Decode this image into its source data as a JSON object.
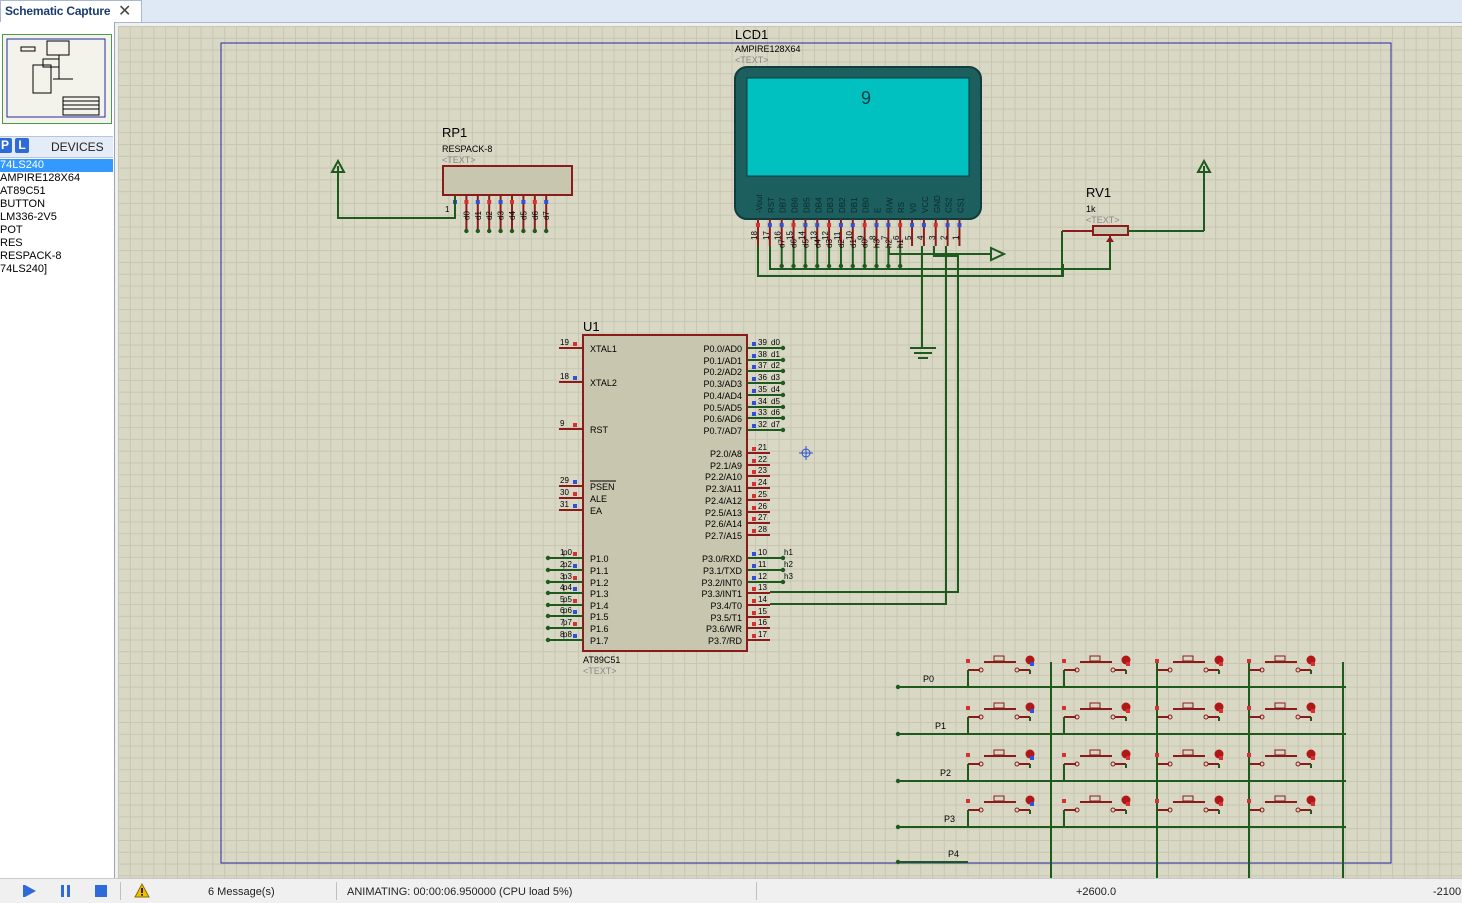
{
  "tab": {
    "label": "Schematic Capture",
    "close": "✕"
  },
  "devices": {
    "buttons": [
      "P",
      "L"
    ],
    "title": "DEVICES",
    "items": [
      "74LS240",
      "AMPIRE128X64",
      "AT89C51",
      "BUTTON",
      "LM336-2V5",
      "POT",
      "RES",
      "RESPACK-8",
      "74LS240]"
    ],
    "selected_index": 0
  },
  "schematic": {
    "lcd": {
      "ref": "LCD1",
      "value": "AMPIRE128X64",
      "text": "<TEXT>",
      "display": "9",
      "pin_labels": [
        "-Vout",
        "RST",
        "DB7",
        "DB6",
        "DB5",
        "DB4",
        "DB3",
        "DB2",
        "DB1",
        "DB0",
        "E",
        "R/W",
        "RS",
        "V0",
        "VCC",
        "GND",
        "CS2",
        "CS1"
      ],
      "pin_numbers": [
        "18",
        "17",
        "16",
        "15",
        "14",
        "13",
        "12",
        "11",
        "10",
        "9",
        "8",
        "7",
        "6",
        "5",
        "4",
        "3",
        "2",
        "1"
      ],
      "net_labels": [
        "d7",
        "d6",
        "d5",
        "d4",
        "d3",
        "d2",
        "d1",
        "d0",
        "h3",
        "h2",
        "h1"
      ]
    },
    "respack": {
      "ref": "RP1",
      "value": "RESPACK-8",
      "text": "<TEXT>",
      "pin1": "1",
      "net_labels": [
        "d0",
        "d1",
        "d2",
        "d3",
        "d4",
        "d5",
        "d6",
        "d7"
      ]
    },
    "pot": {
      "ref": "RV1",
      "value": "1k",
      "text": "<TEXT>"
    },
    "mcu": {
      "ref": "U1",
      "value": "AT89C51",
      "text": "<TEXT>",
      "left_pins": [
        {
          "num": "19",
          "name": "XTAL1"
        },
        {
          "num": "18",
          "name": "XTAL2"
        },
        {
          "num": "9",
          "name": "RST"
        },
        {
          "num": "29",
          "name": "PSEN"
        },
        {
          "num": "30",
          "name": "ALE"
        },
        {
          "num": "31",
          "name": "EA"
        },
        {
          "num": "1",
          "name": "P1.0",
          "net": "p0"
        },
        {
          "num": "2",
          "name": "P1.1",
          "net": "p2"
        },
        {
          "num": "3",
          "name": "P1.2",
          "net": "p3"
        },
        {
          "num": "4",
          "name": "P1.3",
          "net": "p4"
        },
        {
          "num": "5",
          "name": "P1.4",
          "net": "p5"
        },
        {
          "num": "6",
          "name": "P1.5",
          "net": "p6"
        },
        {
          "num": "7",
          "name": "P1.6",
          "net": "p7"
        },
        {
          "num": "8",
          "name": "P1.7",
          "net": "p8"
        }
      ],
      "right_pins": [
        {
          "num": "39",
          "name": "P0.0/AD0",
          "net": "d0"
        },
        {
          "num": "38",
          "name": "P0.1/AD1",
          "net": "d1"
        },
        {
          "num": "37",
          "name": "P0.2/AD2",
          "net": "d2"
        },
        {
          "num": "36",
          "name": "P0.3/AD3",
          "net": "d3"
        },
        {
          "num": "35",
          "name": "P0.4/AD4",
          "net": "d4"
        },
        {
          "num": "34",
          "name": "P0.5/AD5",
          "net": "d5"
        },
        {
          "num": "33",
          "name": "P0.6/AD6",
          "net": "d6"
        },
        {
          "num": "32",
          "name": "P0.7/AD7",
          "net": "d7"
        },
        {
          "num": "21",
          "name": "P2.0/A8"
        },
        {
          "num": "22",
          "name": "P2.1/A9"
        },
        {
          "num": "23",
          "name": "P2.2/A10"
        },
        {
          "num": "24",
          "name": "P2.3/A11"
        },
        {
          "num": "25",
          "name": "P2.4/A12"
        },
        {
          "num": "26",
          "name": "P2.5/A13"
        },
        {
          "num": "27",
          "name": "P2.6/A14"
        },
        {
          "num": "28",
          "name": "P2.7/A15"
        },
        {
          "num": "10",
          "name": "P3.0/RXD",
          "net": "h1"
        },
        {
          "num": "11",
          "name": "P3.1/TXD",
          "net": "h2"
        },
        {
          "num": "12",
          "name": "P3.2/INT0",
          "net": "h3"
        },
        {
          "num": "13",
          "name": "P3.3/INT1"
        },
        {
          "num": "14",
          "name": "P3.4/T0"
        },
        {
          "num": "15",
          "name": "P3.5/T1"
        },
        {
          "num": "16",
          "name": "P3.6/WR"
        },
        {
          "num": "17",
          "name": "P3.7/RD"
        }
      ]
    },
    "keypad_rows": [
      "P0",
      "P1",
      "P2",
      "P3",
      "P4"
    ]
  },
  "status": {
    "messages": "6 Message(s)",
    "animating": "ANIMATING: 00:00:06.950000 (CPU load 5%)",
    "coord_x": "+2600.0",
    "coord_y": "-2100"
  }
}
